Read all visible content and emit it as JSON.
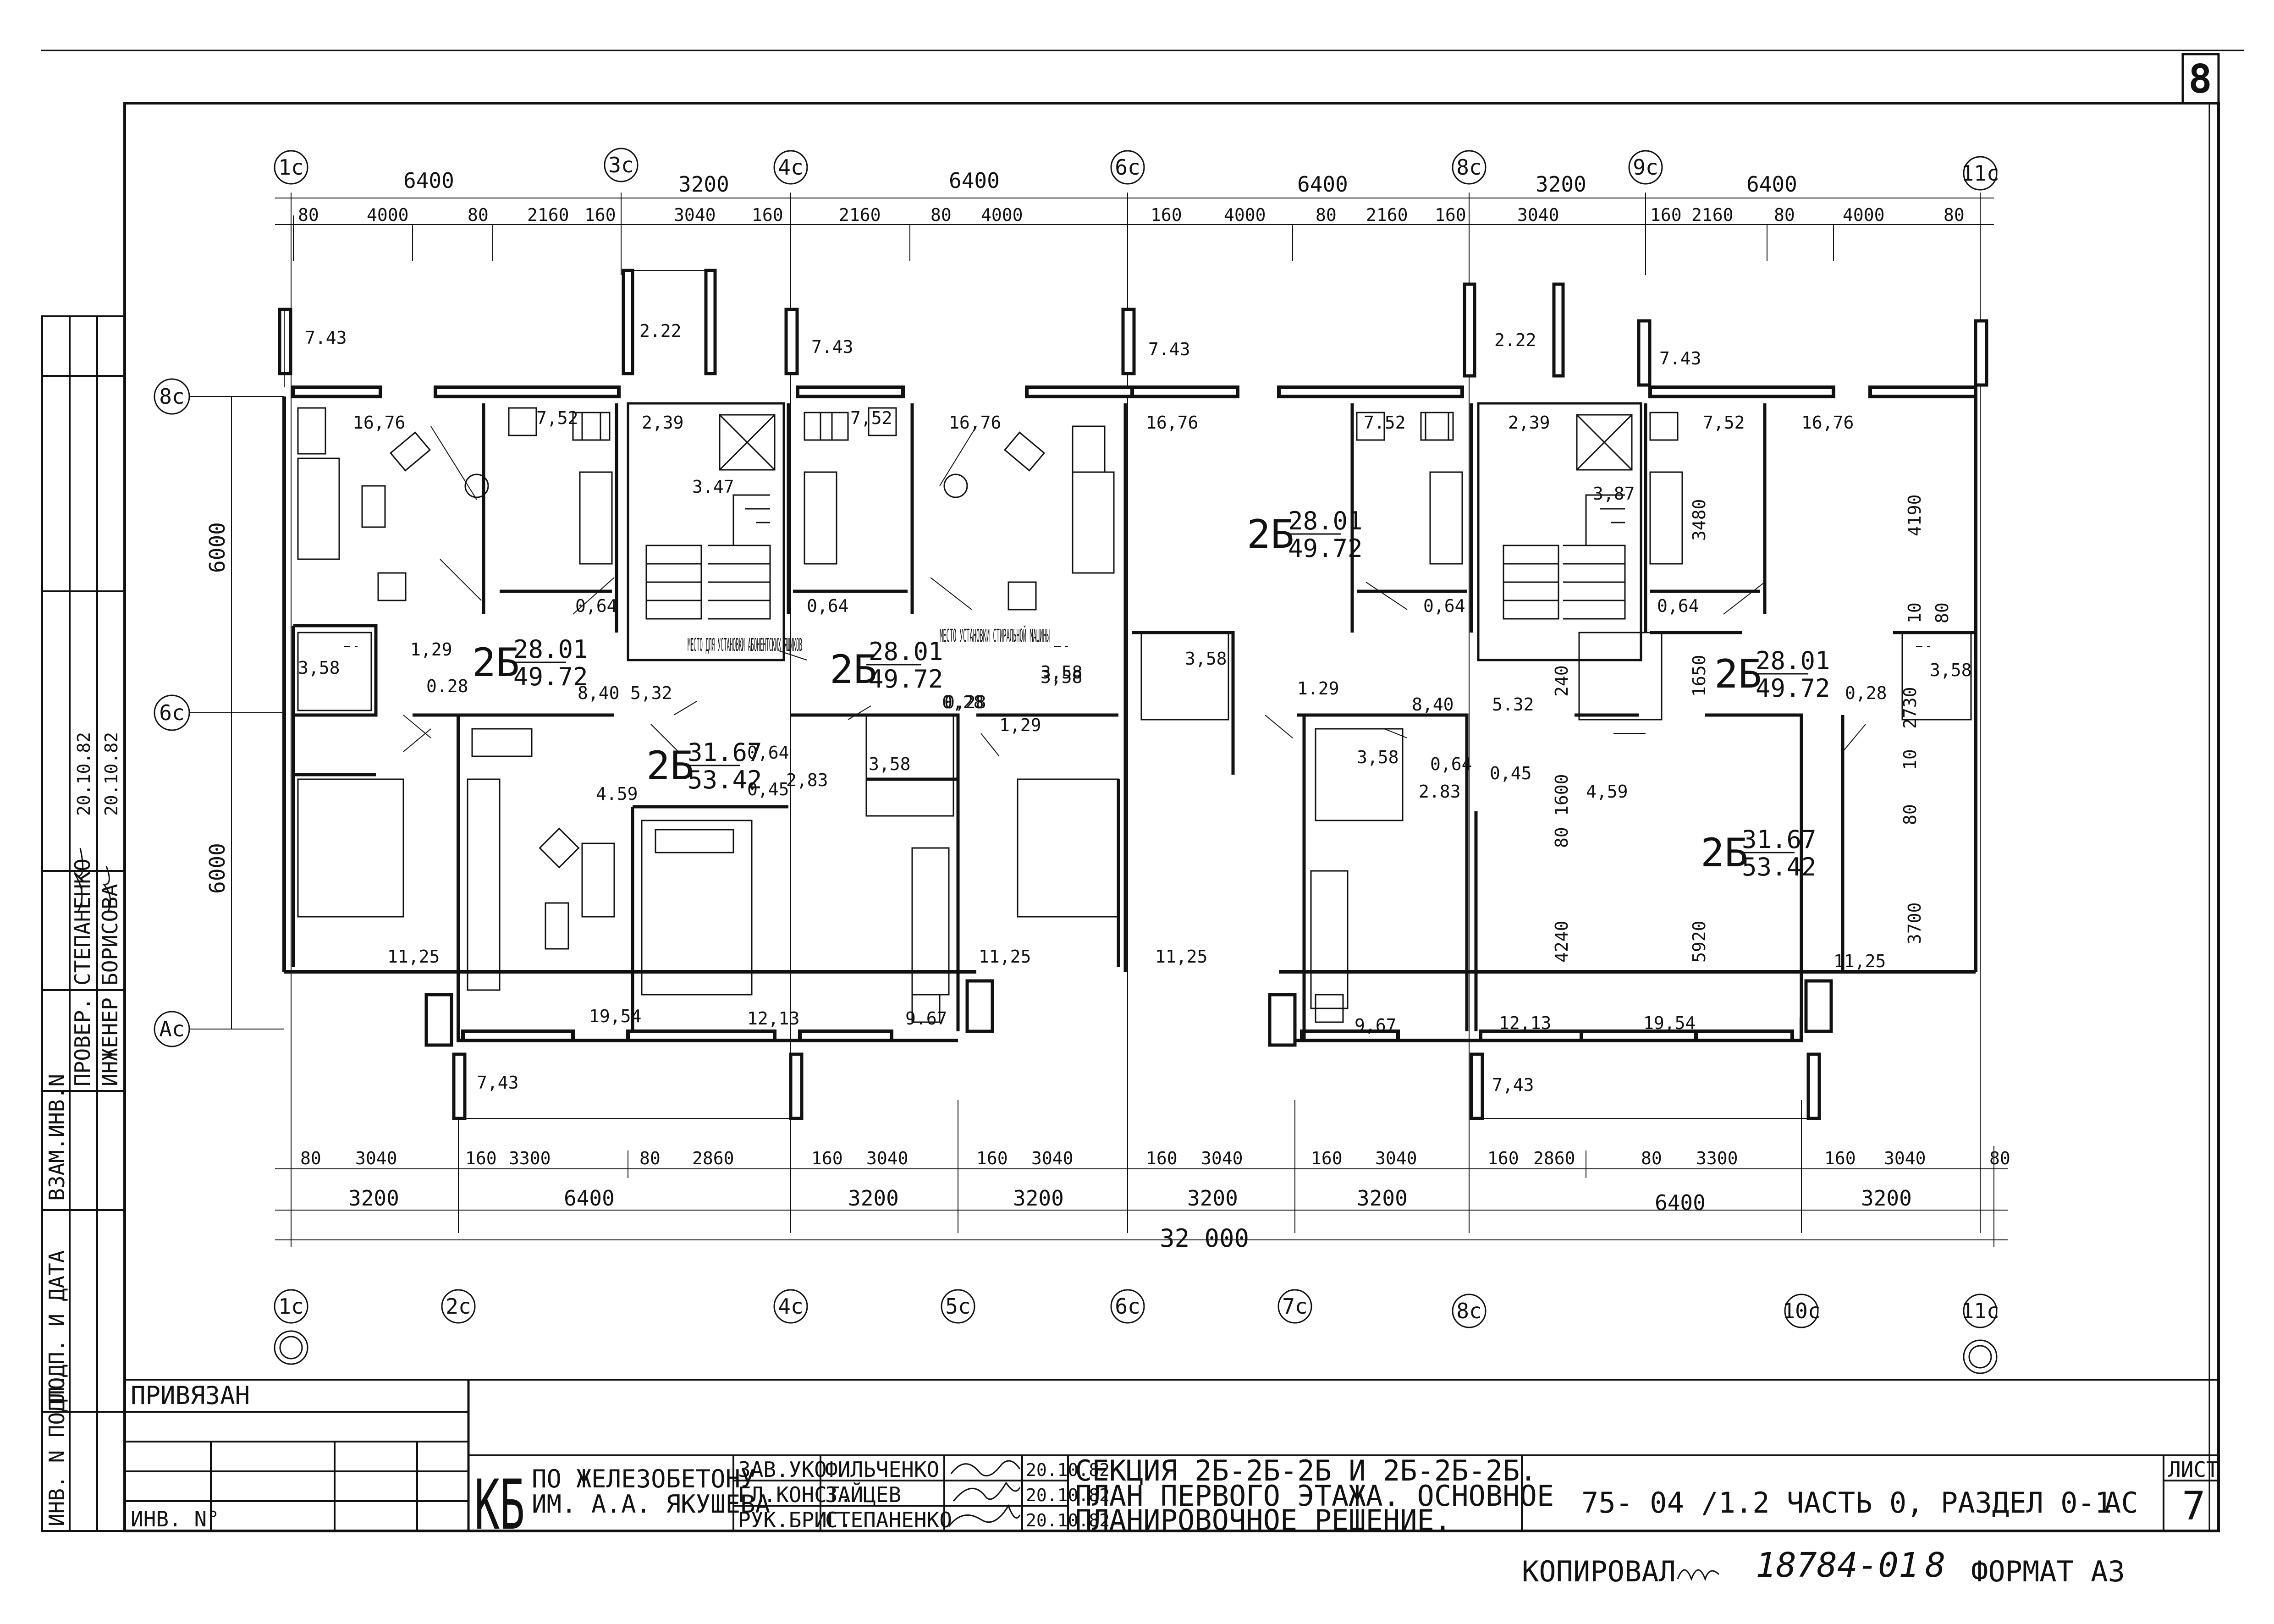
{
  "sheet": {
    "corner_number": "8",
    "sheet_label": "ЛИСТ",
    "sheet_number": "7",
    "stage": "АС",
    "drawing_code": "75- 04 /1.2 ЧАСТЬ 0, РАЗДЕЛ 0-1",
    "title_lines": [
      "СЕКЦИЯ 2Б-2Б-2Б И 2Б-2Б-2Б.",
      "ПЛАН ПЕРВОГО ЭТАЖА. ОСНОВНОЕ",
      "ПЛАНИРОВОЧНОЕ РЕШЕНИЕ."
    ],
    "org_lines": [
      "ПО ЖЕЛЕЗОБЕТОНУ",
      "ИМ. А.А. ЯКУШЕВА"
    ],
    "org_mark": "КБ",
    "signatures": [
      {
        "role": "ЗАВ.УКО",
        "name": "ФИЛЬЧЕНКО",
        "date": "20.10.82"
      },
      {
        "role": "ГЛ.КОНСТ.",
        "name": "ЗАЙЦЕВ",
        "date": "20.10.82"
      },
      {
        "role": "РУК.БРИГ.",
        "name": "СТЕПАНЕНКО",
        "date": "20.10.82"
      }
    ],
    "left_stamp": [
      {
        "role": "ПРОВЕР.",
        "name": "СТЕПАНЕНКО",
        "date": "20.10.82"
      },
      {
        "role": "ИНЖЕНЕР",
        "name": "БОРИСОВА",
        "date": "20.10.82"
      }
    ],
    "left_columns": [
      "ИНВ. N ПОДЛ.",
      "ПОДП. И ДАТА",
      "ВЗАМ.ИНВ.N"
    ],
    "bound_label": "ПРИВЯЗАН",
    "inv_label": "ИНВ. N°",
    "footer_copy": "КОПИРОВАЛ",
    "footer_number": "18784-01",
    "footer_page": "8",
    "footer_format": "ФОРМАТ А3"
  },
  "axes": {
    "top": [
      "1с",
      "3с",
      "4с",
      "6с",
      "8с",
      "9с",
      "11с"
    ],
    "bottom": [
      "1с",
      "2с",
      "4с",
      "5с",
      "6с",
      "7с",
      "8с",
      "10с",
      "11с"
    ],
    "left": [
      "8с",
      "6с",
      "Ас"
    ]
  },
  "dimensions": {
    "top_major": [
      "6400",
      "3200",
      "6400",
      "6400",
      "3200",
      "6400"
    ],
    "top_minor": [
      "80",
      "4000",
      "80",
      "2160",
      "160",
      "3040",
      "160",
      "2160",
      "80",
      "4000",
      "160",
      "4000",
      "80",
      "2160",
      "160",
      "3040",
      "160",
      "2160",
      "80",
      "4000",
      "80"
    ],
    "bottom_minor": [
      "80",
      "3040",
      "160",
      "3300",
      "80",
      "2860",
      "160",
      "3040",
      "160",
      "3040",
      "160",
      "3040",
      "160",
      "3040",
      "160",
      "2860",
      "80",
      "3300",
      "160",
      "3040",
      "80"
    ],
    "bottom_major": [
      "3200",
      "6400",
      "3200",
      "3200",
      "3200",
      "3200",
      "6400",
      "3200"
    ],
    "bottom_total": "32 000",
    "left": [
      "6000",
      "6000"
    ],
    "right_vertical": [
      "4190",
      "3480",
      "1650",
      "1600",
      "240",
      "80",
      "4240",
      "5920",
      "3700",
      "10",
      "80",
      "2730",
      "10",
      "80"
    ]
  },
  "apartments": [
    {
      "type": "2Б",
      "living": "28.01",
      "total": "49.72"
    },
    {
      "type": "2Б",
      "living": "31.67",
      "total": "53.42"
    },
    {
      "type": "2Б",
      "living": "28.01",
      "total": "49.72"
    },
    {
      "type": "2Б",
      "living": "28.01",
      "total": "49.72"
    },
    {
      "type": "2Б",
      "living": "28.01",
      "total": "49.72"
    },
    {
      "type": "2Б",
      "living": "31.67",
      "total": "53.42"
    }
  ],
  "room_areas": [
    "7.43",
    "2.22",
    "7.43",
    "7.43",
    "2.22",
    "7.43",
    "16,76",
    "7,52",
    "2,39",
    "7,52",
    "16,76",
    "16,76",
    "7.52",
    "2,39",
    "7,52",
    "16,76",
    "3.47",
    "3,87",
    "0,64",
    "0,64",
    "0,64",
    "0,64",
    "3,58",
    "1,29",
    "0.28",
    "8,40",
    "5,32",
    "3,58",
    "0,28",
    "3,58",
    "3,58",
    "1.29",
    "8,40",
    "5.32",
    "0,28",
    "3,58",
    "4.59",
    "0,64",
    "2,83",
    "0,45",
    "3,58",
    "1,29",
    "0,28",
    "3,58",
    "0,64",
    "2.83",
    "0,45",
    "4,59",
    "11,25",
    "19,54",
    "12,13",
    "9.67",
    "11,25",
    "11,25",
    "9,67",
    "12,13",
    "19,54",
    "11,25",
    "7,43",
    "7,43"
  ],
  "notes": [
    "МЕСТО ДЛЯ УСТАНОВКИ АБОНЕНТСКИХ ЯЩИКОВ",
    "МЕСТО УСТАНОВКИ СТИРАЛЬНОЙ МАШИНЫ"
  ]
}
